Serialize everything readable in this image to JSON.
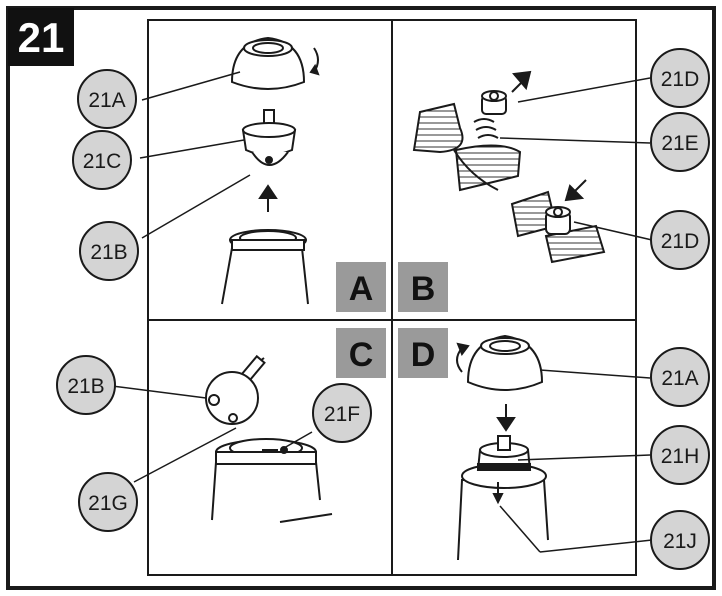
{
  "figure": {
    "step_number": "21",
    "colors": {
      "frame": "#1a1a1a",
      "callout_fill": "#d4d4d4",
      "panel_label_fill": "#9a9a9a",
      "step_badge_fill": "#111111"
    }
  },
  "panels": {
    "a": {
      "label": "A"
    },
    "b": {
      "label": "B"
    },
    "c": {
      "label": "C"
    },
    "d": {
      "label": "D"
    }
  },
  "callouts": {
    "a_top": "21A",
    "a_mid": "21C",
    "a_bottom": "21B",
    "b_top": "21D",
    "b_mid": "21E",
    "b_bottom": "21D",
    "c_left": "21B",
    "c_right": "21F",
    "c_bottom": "21G",
    "d_top": "21A",
    "d_mid": "21H",
    "d_bottom": "21J"
  }
}
